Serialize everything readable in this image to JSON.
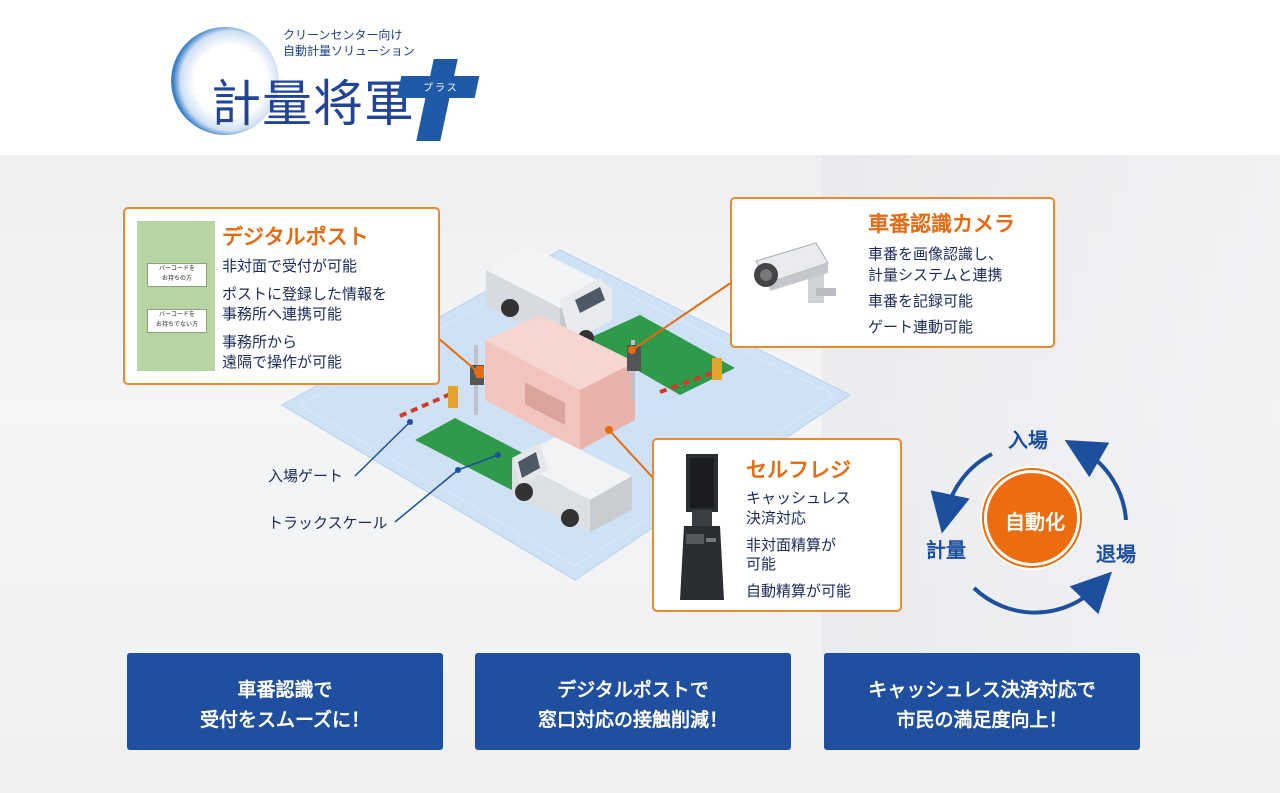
{
  "logo": {
    "subtitle_line1": "クリーンセンター向け",
    "subtitle_line2": "自動計量ソリューション",
    "main": "計量将軍",
    "plus_label": "プラス"
  },
  "digital_post": {
    "title": "デジタルポスト",
    "lines": [
      "非対面で受付が可能",
      "ポストに登録した情報を",
      "事務所へ連携可能",
      "事務所から",
      "遠隔で操作が可能"
    ],
    "kiosk_button1_line1": "バーコードを",
    "kiosk_button1_line2": "お持ちの方",
    "kiosk_button2_line1": "バーコードを",
    "kiosk_button2_line2": "お持ちでない方"
  },
  "camera": {
    "title": "車番認識カメラ",
    "lines": [
      "車番を画像認識し、",
      "計量システムと連携",
      "車番を記録可能",
      "ゲート連動可能"
    ]
  },
  "self_register": {
    "title": "セルフレジ",
    "lines": [
      "キャッシュレス",
      "決済対応",
      "非対面精算が",
      "可能",
      "自動精算が可能"
    ]
  },
  "labels": {
    "entry_gate": "入場ゲート",
    "truck_scale": "トラックスケール"
  },
  "cycle": {
    "center": "自動化",
    "top": "入場",
    "right": "退場",
    "left": "計量"
  },
  "taglines": [
    {
      "line1": "車番認識で",
      "line2": "受付をスムーズに！"
    },
    {
      "line1": "デジタルポストで",
      "line2": "窓口対応の接触削減！"
    },
    {
      "line1": "キャッシュレス決済対応で",
      "line2": "市民の満足度向上！"
    }
  ],
  "colors": {
    "accent_orange": "#e46b12",
    "brand_blue": "#1f4f9e",
    "pad_green": "#2e9a4a"
  }
}
